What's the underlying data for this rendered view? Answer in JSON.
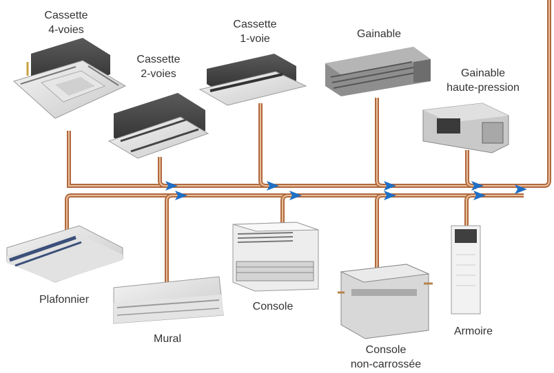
{
  "units": {
    "cassette_4": {
      "lines": [
        "Cassette",
        "4-voies"
      ]
    },
    "cassette_2": {
      "lines": [
        "Cassette",
        "2-voies"
      ]
    },
    "cassette_1": {
      "lines": [
        "Cassette",
        "1-voie"
      ]
    },
    "gainable": {
      "lines": [
        "Gainable"
      ]
    },
    "gainable_hp": {
      "lines": [
        "Gainable",
        "haute-pression"
      ]
    },
    "plafonnier": {
      "lines": [
        "Plafonnier"
      ]
    },
    "mural": {
      "lines": [
        "Mural"
      ]
    },
    "console": {
      "lines": [
        "Console"
      ]
    },
    "console_nc": {
      "lines": [
        "Console",
        "non-carrossée"
      ]
    },
    "armoire": {
      "lines": [
        "Armoire"
      ]
    }
  },
  "colors": {
    "pipe": "#b0683d",
    "pipe_highlight": "#e8bf9c",
    "arrow": "#1f6fc4"
  }
}
